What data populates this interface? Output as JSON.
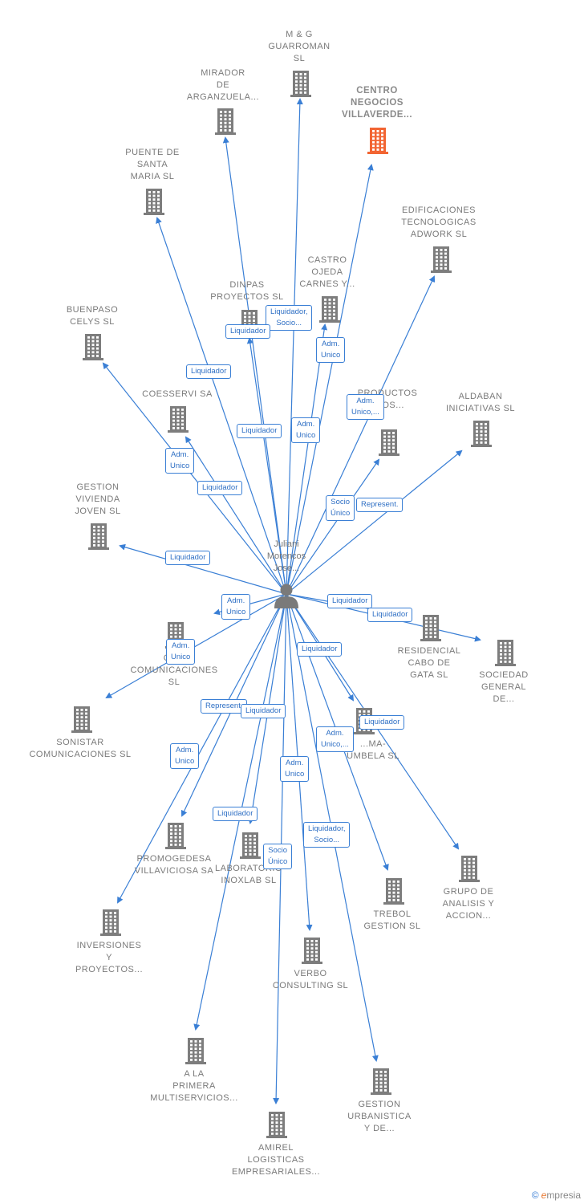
{
  "colors": {
    "edge": "#3a7fd5",
    "building": "#7d7d7d",
    "focus_building": "#f26533",
    "person": "#7a7a7a"
  },
  "person": {
    "name": "Juliani\nMorencos\nJose...",
    "icon": "person-icon"
  },
  "companies": [
    {
      "id": "mg",
      "label": "M & G\nGUARROMAN\nSL",
      "focus": false
    },
    {
      "id": "mirador",
      "label": "MIRADOR\nDE\nARGANZUELA...",
      "focus": false
    },
    {
      "id": "centro",
      "label": "CENTRO\nNEGOCIOS\nVILLAVERDE...",
      "focus": true
    },
    {
      "id": "puente",
      "label": "PUENTE DE\nSANTA\nMARIA  SL",
      "focus": false
    },
    {
      "id": "edif",
      "label": "EDIFICACIONES\nTECNOLOGICAS\nADWORK  SL",
      "focus": false
    },
    {
      "id": "castro",
      "label": "CASTRO\nOJEDA\nCARNES Y...",
      "focus": false
    },
    {
      "id": "dinpas",
      "label": "DINPAS\nPROYECTOS SL",
      "focus": false
    },
    {
      "id": "buenpaso",
      "label": "BUENPASO\nCELYS SL",
      "focus": false
    },
    {
      "id": "productos",
      "label": "PRODUCTOS\n...IOS...",
      "focus": false
    },
    {
      "id": "aldaban",
      "label": "ALDABAN\nINICIATIVAS SL",
      "focus": false
    },
    {
      "id": "coesservi",
      "label": "COESSERVI SA",
      "focus": false
    },
    {
      "id": "gestionviv",
      "label": "GESTION\nVIVIENDA\nJOVEN  SL",
      "focus": false
    },
    {
      "id": "quo",
      "label": "QUO\nCOMUNICACIONES\nSL",
      "focus": false
    },
    {
      "id": "residencial",
      "label": "RESIDENCIAL\nCABO DE\nGATA  SL",
      "focus": false
    },
    {
      "id": "sociedad",
      "label": "SOCIEDAD\nGENERAL\nDE...",
      "focus": false
    },
    {
      "id": "sonistar",
      "label": "SONISTAR\nCOMUNICACIONES SL",
      "focus": false
    },
    {
      "id": "palma",
      "label": "...MA-\nUMBELA SL",
      "focus": false
    },
    {
      "id": "promogedesa",
      "label": "PROMOGEDESA\nVILLAVICIOSA SA",
      "focus": false
    },
    {
      "id": "laboratorio",
      "label": "LABORATORIO\nINOXLAB SL",
      "focus": false
    },
    {
      "id": "grupo",
      "label": "GRUPO DE\nANALISIS Y\nACCION...",
      "focus": false
    },
    {
      "id": "trebol",
      "label": "TREBOL\nGESTION  SL",
      "focus": false
    },
    {
      "id": "inversiones",
      "label": "INVERSIONES\nY\nPROYECTOS...",
      "focus": false
    },
    {
      "id": "verbo",
      "label": "VERBO\nCONSULTING SL",
      "focus": false
    },
    {
      "id": "alaprimera",
      "label": "A LA\nPRIMERA\nMULTISERVICIOS...",
      "focus": false
    },
    {
      "id": "gestionurb",
      "label": "GESTION\nURBANISTICA\nY DE...",
      "focus": false
    },
    {
      "id": "amirel",
      "label": "AMIREL\nLOGISTICAS\nEMPRESARIALES...",
      "focus": false
    }
  ],
  "relations": [
    {
      "label": "Liquidador,\nSocio..."
    },
    {
      "label": "Liquidador"
    },
    {
      "label": "Adm.\nUnico"
    },
    {
      "label": "Liquidador"
    },
    {
      "label": "Adm.\nUnico,..."
    },
    {
      "label": "Liquidador"
    },
    {
      "label": "Adm.\nUnico"
    },
    {
      "label": "Adm.\nUnico"
    },
    {
      "label": "Liquidador"
    },
    {
      "label": "Socio\nÚnico"
    },
    {
      "label": "Represent."
    },
    {
      "label": "Liquidador"
    },
    {
      "label": "Adm.\nUnico"
    },
    {
      "label": "Liquidador"
    },
    {
      "label": "Liquidador"
    },
    {
      "label": "Adm.\nUnico"
    },
    {
      "label": "Liquidador"
    },
    {
      "label": "Represent."
    },
    {
      "label": "Liquidador"
    },
    {
      "label": "Adm.\nUnico"
    },
    {
      "label": "Adm.\nUnico,..."
    },
    {
      "label": "Liquidador"
    },
    {
      "label": "Adm.\nUnico"
    },
    {
      "label": "Liquidador"
    },
    {
      "label": "Socio\nÚnico"
    },
    {
      "label": "Liquidador,\nSocio..."
    }
  ],
  "brand": {
    "copyright": "©",
    "name_initial": "e",
    "name_rest": "mpresia"
  }
}
